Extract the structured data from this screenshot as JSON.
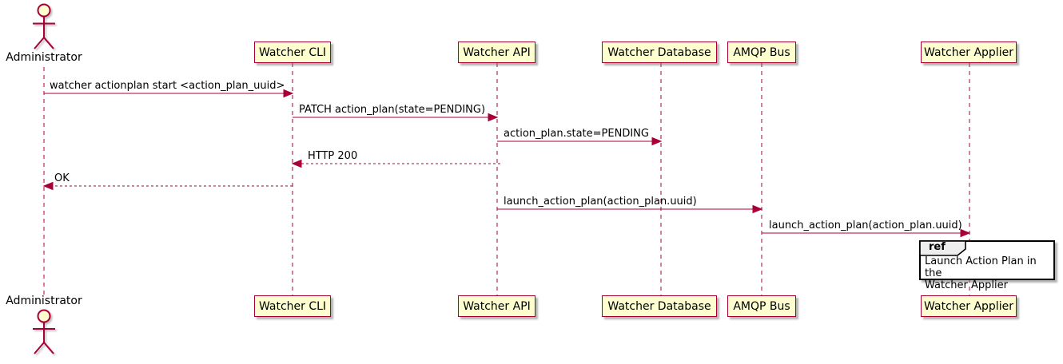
{
  "diagram_type": "uml-sequence",
  "actor": {
    "name": "Administrator"
  },
  "participants": [
    {
      "label": "Watcher CLI"
    },
    {
      "label": "Watcher API"
    },
    {
      "label": "Watcher Database"
    },
    {
      "label": "AMQP Bus"
    },
    {
      "label": "Watcher Applier"
    }
  ],
  "messages": [
    {
      "text": "watcher actionplan start <action_plan_uuid>",
      "from": "Administrator",
      "to": "Watcher CLI",
      "line": "solid",
      "direction": "right"
    },
    {
      "text": "PATCH action_plan(state=PENDING)",
      "from": "Watcher CLI",
      "to": "Watcher API",
      "line": "solid",
      "direction": "right"
    },
    {
      "text": "action_plan.state=PENDING",
      "from": "Watcher API",
      "to": "Watcher Database",
      "line": "solid",
      "direction": "right"
    },
    {
      "text": "HTTP 200",
      "from": "Watcher API",
      "to": "Watcher CLI",
      "line": "dashed",
      "direction": "left"
    },
    {
      "text": "OK",
      "from": "Watcher CLI",
      "to": "Administrator",
      "line": "dashed",
      "direction": "left"
    },
    {
      "text": "launch_action_plan(action_plan.uuid)",
      "from": "Watcher API",
      "to": "AMQP Bus",
      "line": "solid",
      "direction": "right"
    },
    {
      "text": "launch_action_plan(action_plan.uuid)",
      "from": "AMQP Bus",
      "to": "Watcher Applier",
      "line": "solid",
      "direction": "right"
    }
  ],
  "ref": {
    "keyword": "ref",
    "line1": "Launch Action Plan in the",
    "line2": "Watcher Applier"
  },
  "colors": {
    "stroke": "#A80036",
    "participant_fill": "#FEFECE",
    "text": "#000000",
    "ref_border": "#000000",
    "ref_header_fill": "#EEEEEE",
    "background": "#FFFFFF"
  }
}
